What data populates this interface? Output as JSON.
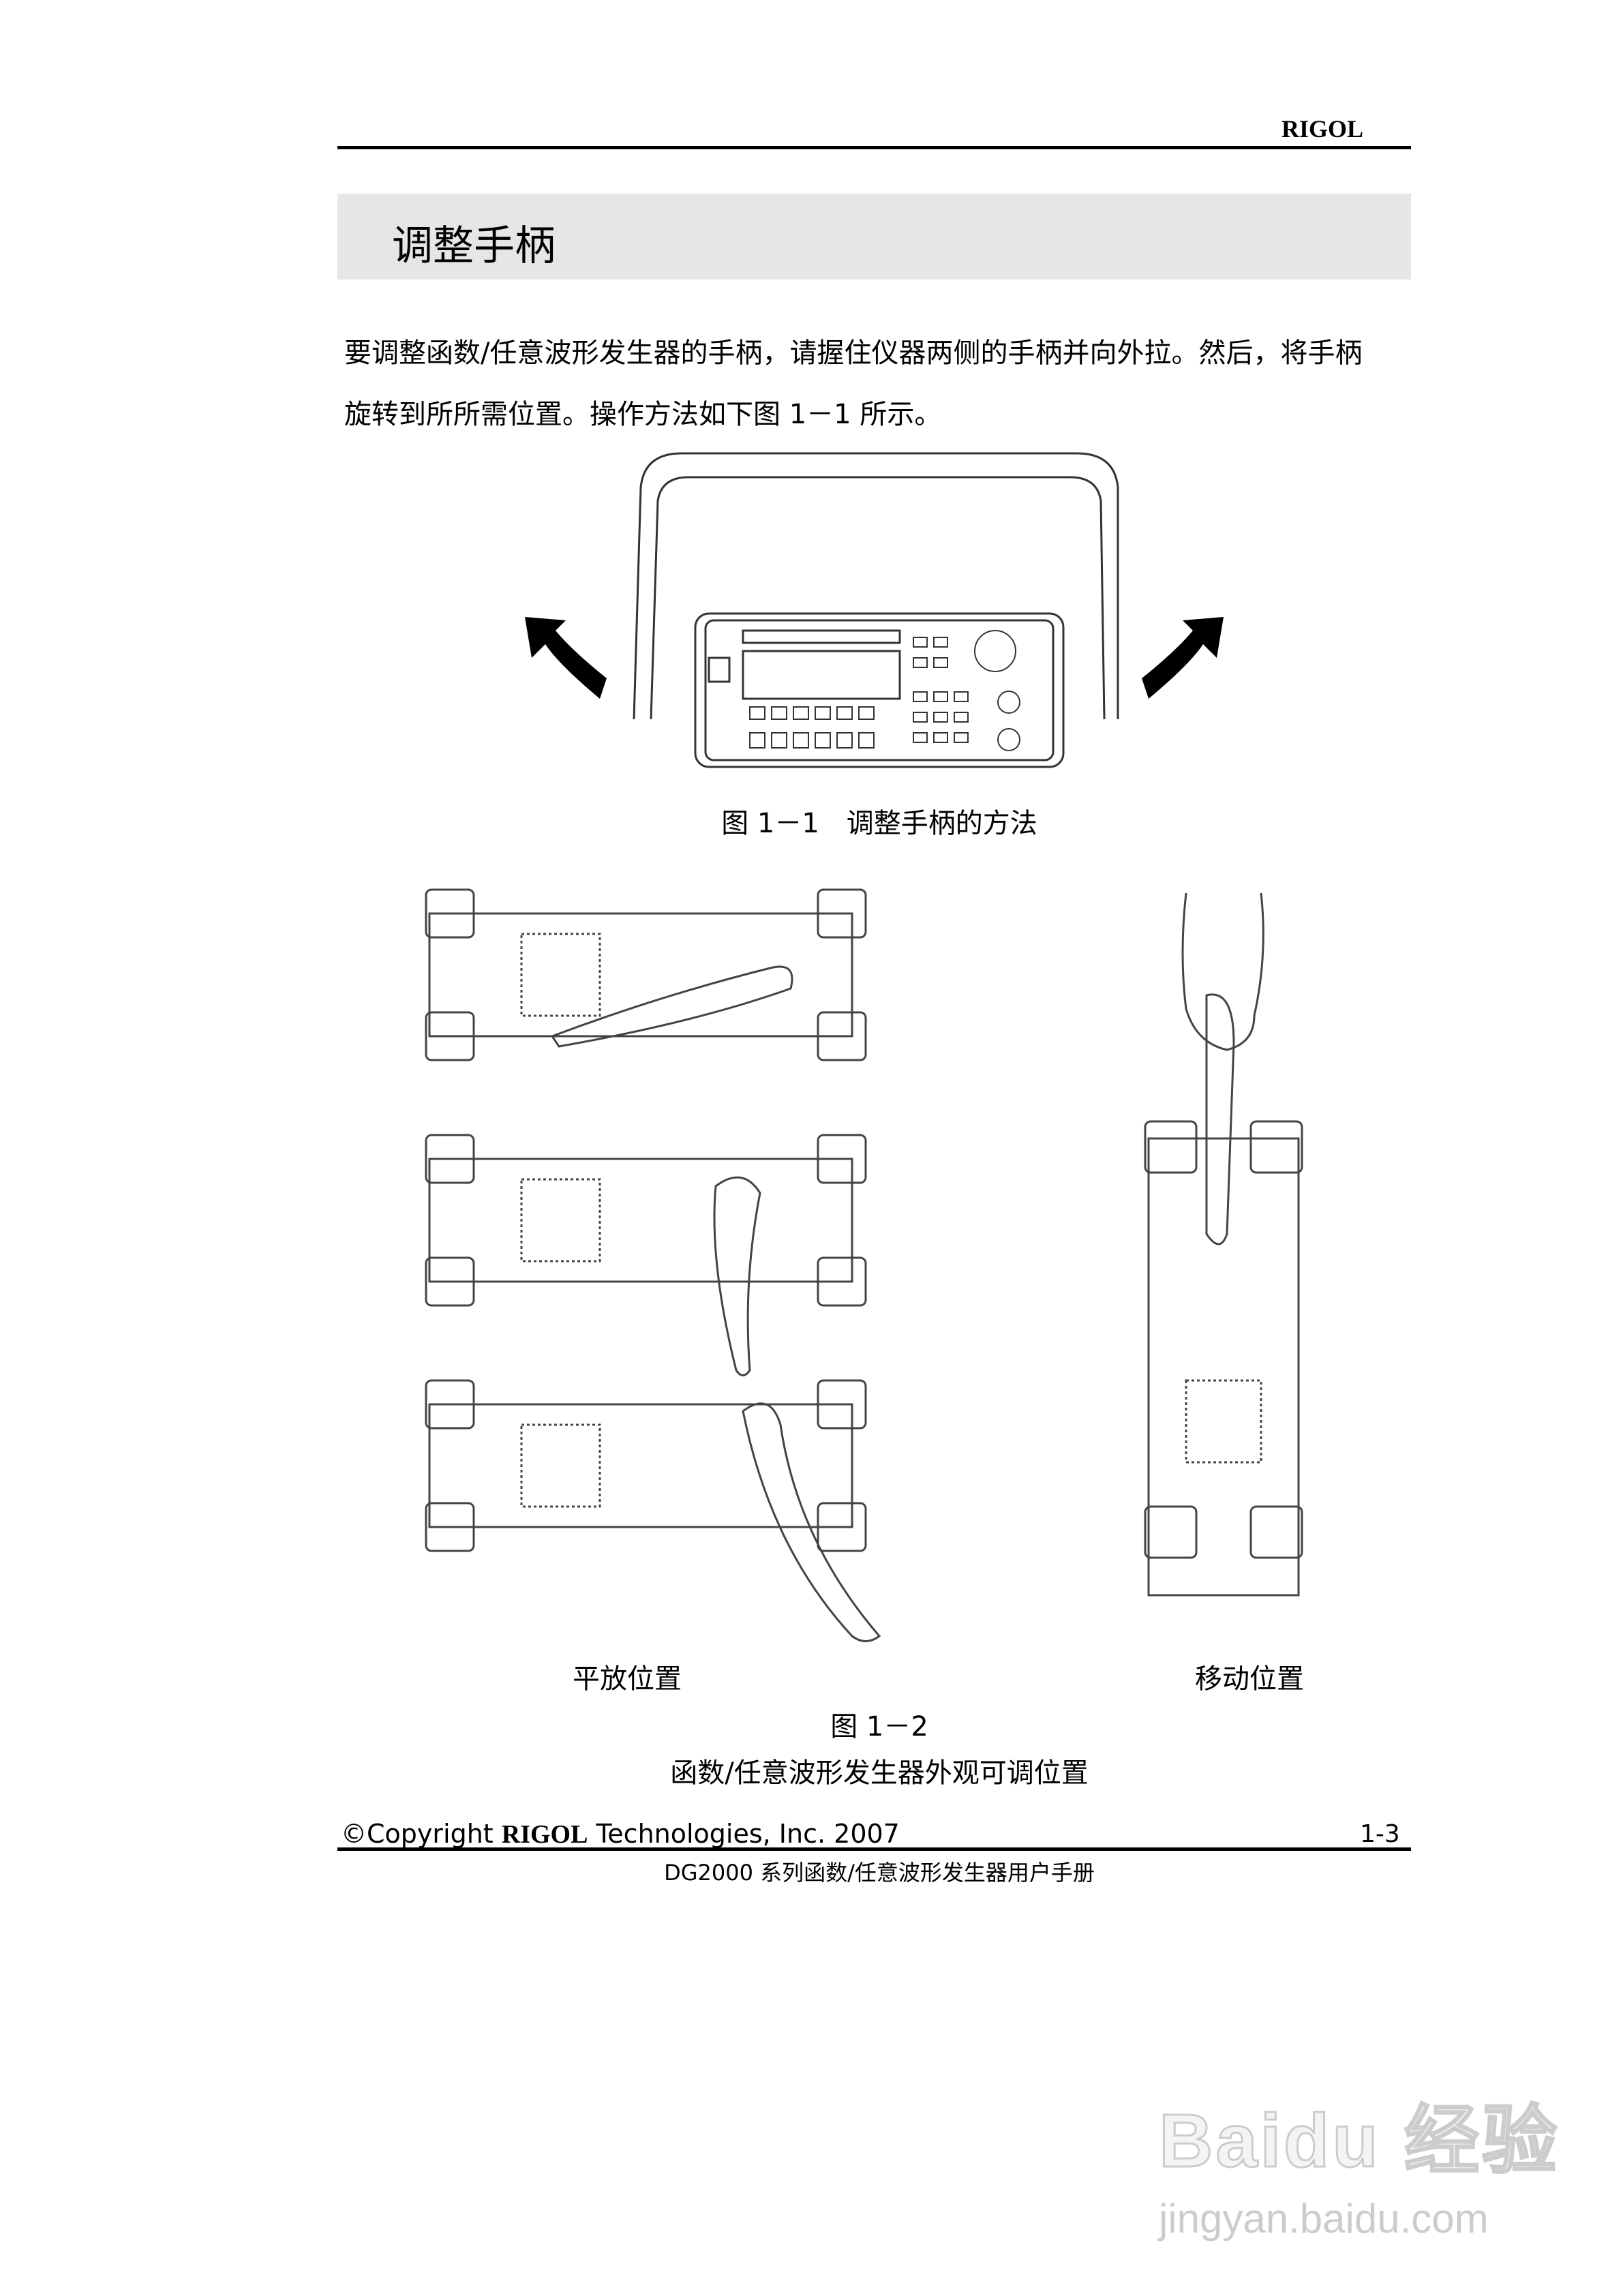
{
  "header": {
    "brand": "RIGOL"
  },
  "section": {
    "title": "调整手柄"
  },
  "body": {
    "line1": "要调整函数/任意波形发生器的手柄，请握住仪器两侧的手柄并向外拉。然后，将手柄",
    "line2": "旋转到所所需位置。操作方法如下图 1－1 所示。"
  },
  "figure1": {
    "caption": "图 1－1　调整手柄的方法"
  },
  "figure2": {
    "label_flat": "平放位置",
    "label_carry": "移动位置",
    "caption_number": "图 1－2",
    "caption_text": "函数/任意波形发生器外观可调位置"
  },
  "footer": {
    "copyright_prefix": "©Copyright ",
    "copyright_brand": "RIGOL",
    "copyright_suffix": " Technologies, Inc. 2007",
    "page_number": "1-3",
    "manual_title": "DG2000 系列函数/任意波形发生器用户手册"
  },
  "watermark": {
    "text": "Baidu 经验",
    "url_text": "jingyan.baidu.com"
  }
}
